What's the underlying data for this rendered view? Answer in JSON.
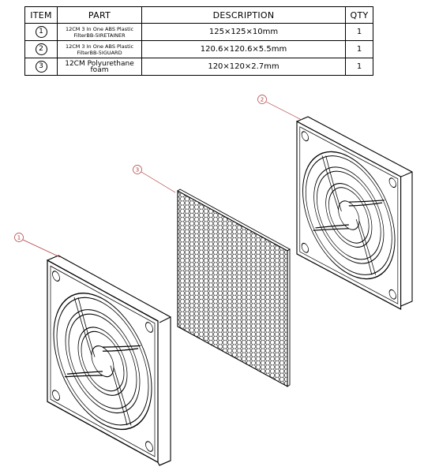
{
  "bom": {
    "headers": {
      "item": "ITEM",
      "part": "PART",
      "description": "DESCRIPTION",
      "qty": "QTY"
    },
    "rows": [
      {
        "item": "1",
        "part_line1": "12CM 3 In One ABS Plastic",
        "part_line2": "FilterBB-5IRETAINER",
        "description": "125×125×10mm",
        "qty": "1"
      },
      {
        "item": "2",
        "part_line1": "12CM 3 In One ABS Plastic",
        "part_line2": "FilterBB-5IGUARD",
        "description": "120.6×120.6×5.5mm",
        "qty": "1"
      },
      {
        "item": "3",
        "part_line1": "12CM Polyurethane foam",
        "part_line2": "",
        "description": "120×120×2.7mm",
        "qty": "1"
      }
    ]
  },
  "callouts": {
    "retainer": "1",
    "guard": "2",
    "foam": "3"
  },
  "colors": {
    "line": "#000000",
    "leader": "#b03a3a"
  }
}
